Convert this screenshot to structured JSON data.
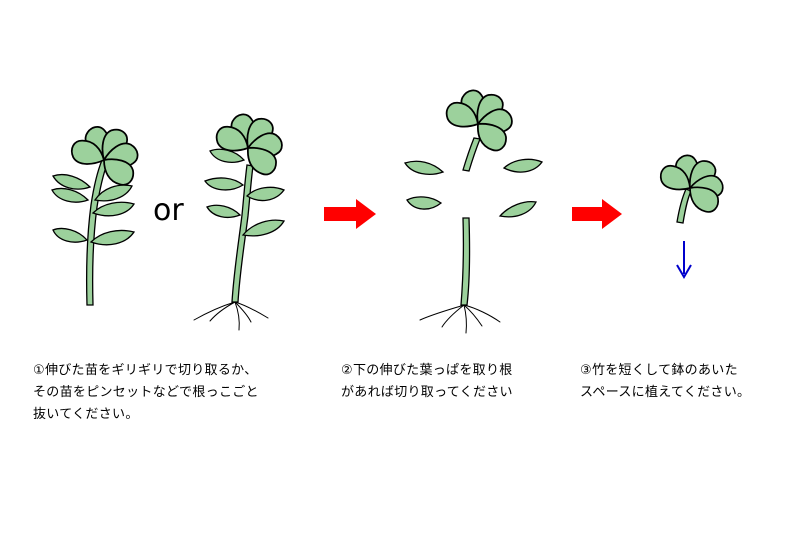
{
  "or_label": "or",
  "colors": {
    "leaf": "#9cd19c",
    "outline": "#000000",
    "process_arrow": "#ff0000",
    "down_arrow": "#0000cc"
  },
  "steps": [
    {
      "text": "①伸びた苗をギリギリで切り取るか、\nその苗をピンセットなどで根っこごと\n抜いてください。"
    },
    {
      "text": "②下の伸びた葉っぱを取り根\nがあれば切り取ってください"
    },
    {
      "text": "③竹を短くして鉢のあいた\nスペースに植えてください。"
    }
  ]
}
